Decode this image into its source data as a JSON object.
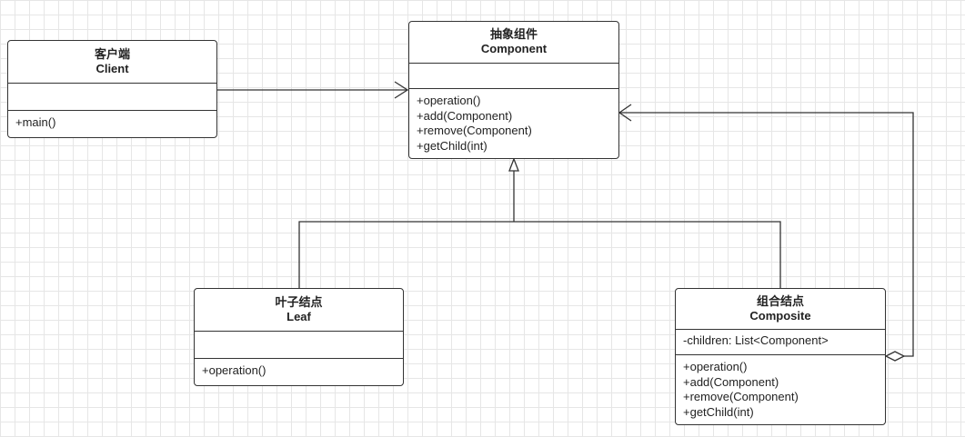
{
  "diagram": {
    "classes": {
      "client": {
        "cn_name": "客户端",
        "en_name": "Client",
        "attributes": [],
        "operations": [
          "+main()"
        ]
      },
      "component": {
        "cn_name": "抽象组件",
        "en_name": "Component",
        "attributes": [],
        "operations": [
          "+operation()",
          "+add(Component)",
          "+remove(Component)",
          "+getChild(int)"
        ]
      },
      "leaf": {
        "cn_name": "叶子结点",
        "en_name": "Leaf",
        "attributes": [],
        "operations": [
          "+operation()"
        ]
      },
      "composite": {
        "cn_name": "组合结点",
        "en_name": "Composite",
        "attributes": [
          "-children: List<Component>"
        ],
        "operations": [
          "+operation()",
          "+add(Component)",
          "+remove(Component)",
          "+getChild(int)"
        ]
      }
    },
    "relations": [
      {
        "from": "client",
        "to": "component",
        "kind": "association"
      },
      {
        "from": "leaf",
        "to": "component",
        "kind": "generalization"
      },
      {
        "from": "composite",
        "to": "component",
        "kind": "generalization"
      },
      {
        "from": "composite",
        "to": "component",
        "kind": "aggregation"
      }
    ]
  }
}
